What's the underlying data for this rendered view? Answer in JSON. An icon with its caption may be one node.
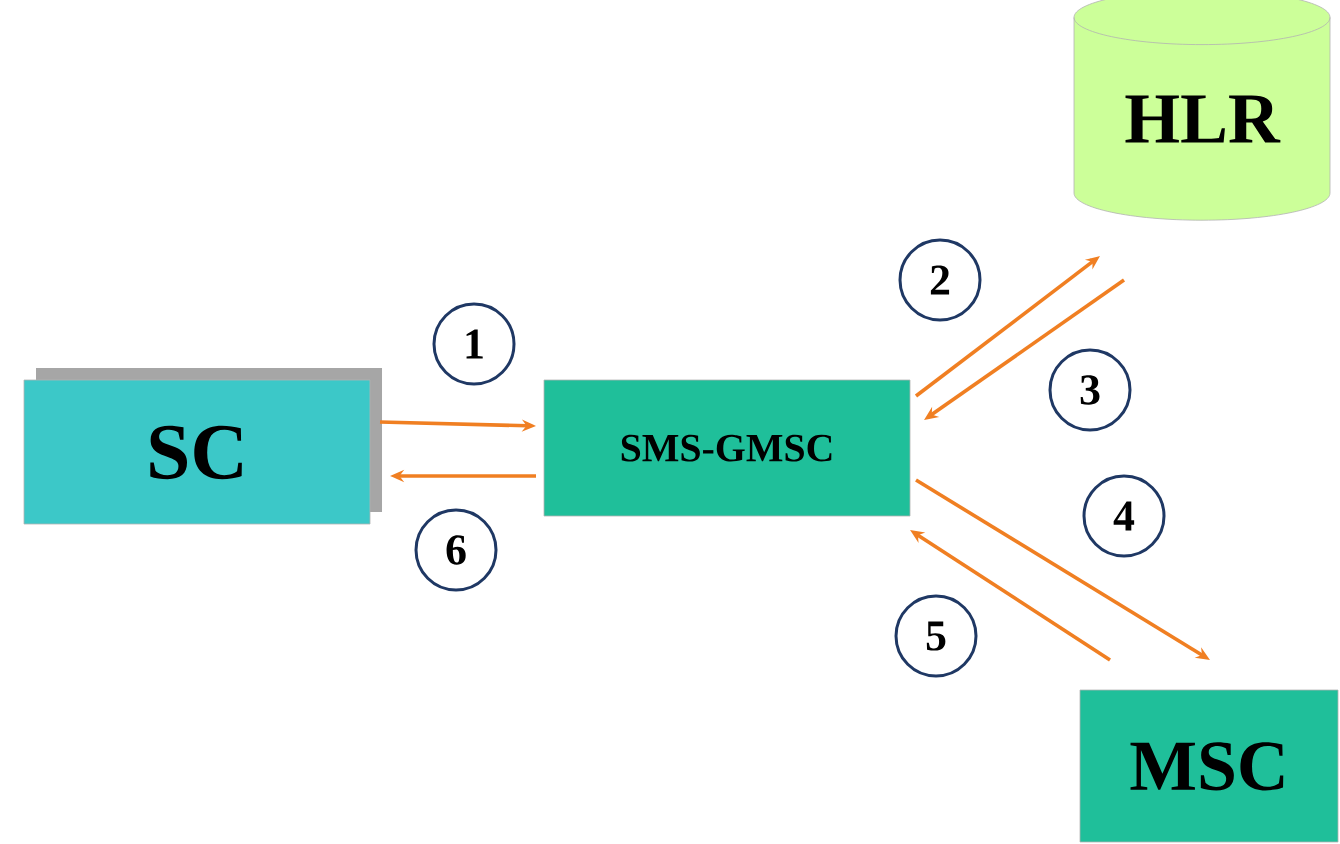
{
  "diagram": {
    "nodes": [
      {
        "text": [
          "SC"
        ]
      },
      {
        "text": [
          "SMS-GMSC"
        ]
      },
      {
        "text": [
          "HLR"
        ]
      },
      {
        "text": [
          "MSC"
        ]
      }
    ],
    "edges": [
      {
        "from": 0,
        "to": 1,
        "arrow": "to",
        "label": "1"
      },
      {
        "from": 1,
        "to": 2,
        "arrow": "to",
        "label": "2"
      },
      {
        "from": 2,
        "to": 1,
        "arrow": "to",
        "label": "3"
      },
      {
        "from": 1,
        "to": 3,
        "arrow": "to",
        "label": "4"
      },
      {
        "from": 3,
        "to": 1,
        "arrow": "to",
        "label": "5"
      },
      {
        "from": 1,
        "to": 0,
        "arrow": "to",
        "label": "6"
      }
    ]
  }
}
